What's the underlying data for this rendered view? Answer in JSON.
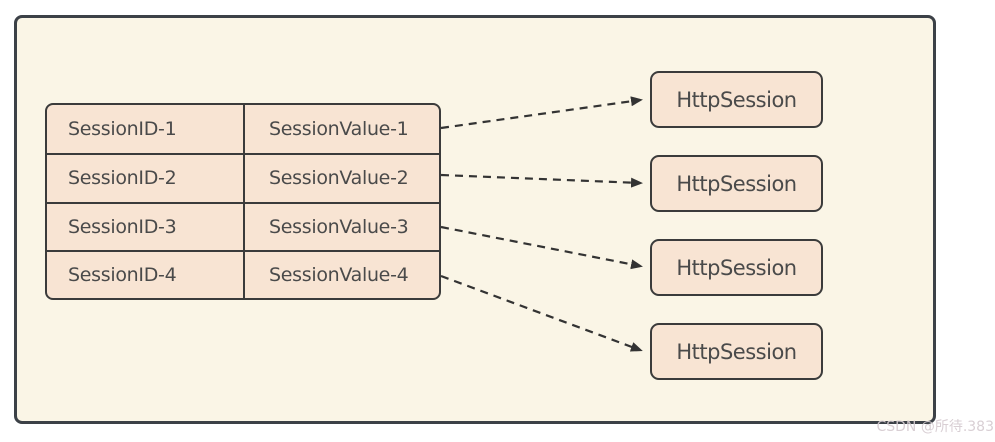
{
  "colors": {
    "page_bg": "#ffffff",
    "panel_bg": "#faf5e6",
    "panel_border": "#3c4147",
    "node_bg": "#f8e4d3",
    "node_border": "#3b3b3b",
    "text": "#4a4a4a",
    "arrow": "#333333",
    "watermark": "#d6ccd1"
  },
  "session_table": {
    "rows": [
      {
        "id": "SessionID-1",
        "value": "SessionValue-1"
      },
      {
        "id": "SessionID-2",
        "value": "SessionValue-2"
      },
      {
        "id": "SessionID-3",
        "value": "SessionValue-3"
      },
      {
        "id": "SessionID-4",
        "value": "SessionValue-4"
      }
    ]
  },
  "nodes": [
    {
      "label": "HttpSession"
    },
    {
      "label": "HttpSession"
    },
    {
      "label": "HttpSession"
    },
    {
      "label": "HttpSession"
    }
  ],
  "edges": [
    {
      "from_row": 0,
      "to_node": 0
    },
    {
      "from_row": 1,
      "to_node": 1
    },
    {
      "from_row": 2,
      "to_node": 2
    },
    {
      "from_row": 3,
      "to_node": 3
    }
  ],
  "watermark": {
    "text": "CSDN @所待.383"
  }
}
